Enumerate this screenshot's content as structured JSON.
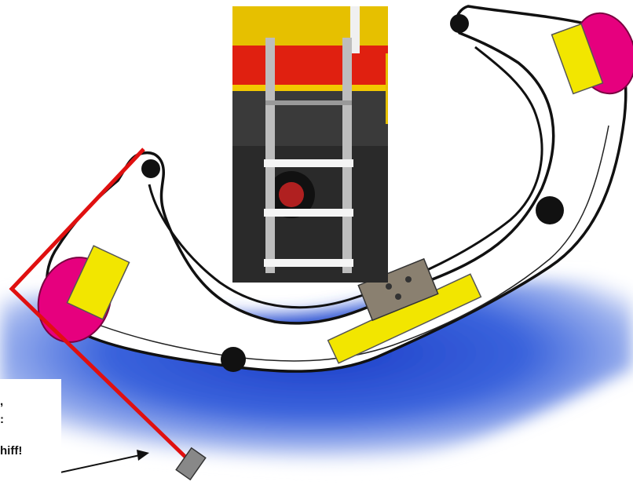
{
  "caption": {
    "line1": ",",
    "line2": ":",
    "line3": "hiff!"
  },
  "colors": {
    "water": "#3a5fd0",
    "hull_outline": "#111111",
    "red_line": "#e01010",
    "buoyancy_tank": "#e6007e",
    "bracket": "#f2e600",
    "weight": "#888888"
  },
  "icons": [
    "photo-of-boarding-ladder",
    "hull-cross-section",
    "arrow"
  ]
}
